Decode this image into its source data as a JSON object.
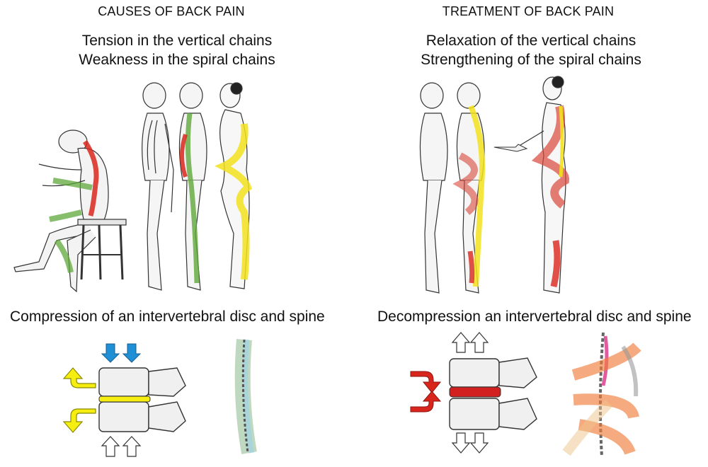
{
  "left": {
    "heading": "CAUSES OF BACK PAIN",
    "line1": "Tension in the vertical chains",
    "line2": "Weakness in the spiral chains",
    "section": "Compression of an intervertebral disc and spine"
  },
  "right": {
    "heading": "TREATMENT OF BACK PAIN",
    "line1": "Relaxation of the vertical chains",
    "line2": "Strengthening of the spiral chains",
    "section": "Decompression an intervertebral disc and spine"
  },
  "colors": {
    "tension_red": "#d9261c",
    "weak_green": "#5fa83a",
    "chain_yellow": "#f2e21c",
    "spiral_red": "#d8473b",
    "compress_blue": "#1f8fd6",
    "yellow_arrow": "#f5ee10",
    "outline": "#222222"
  }
}
